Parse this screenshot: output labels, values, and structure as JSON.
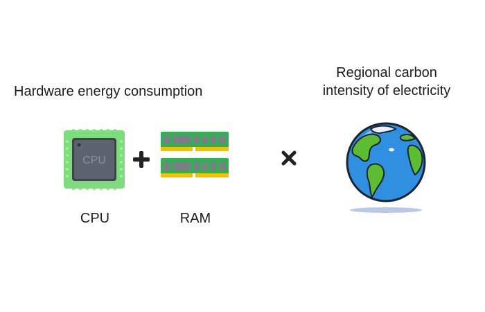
{
  "hardware": {
    "title": "Hardware energy consumption",
    "cpu": {
      "chip_text": "CPU",
      "label": "CPU",
      "icon": "cpu-icon"
    },
    "ram": {
      "label": "RAM",
      "icon": "ram-icon"
    }
  },
  "operators": {
    "plus": "plus-icon",
    "times": "times-icon"
  },
  "region": {
    "title_line1": "Regional carbon",
    "title_line2": "intensity of electricity",
    "icon": "globe-icon"
  },
  "colors": {
    "cpu_board": "#7ddc7b",
    "cpu_die": "#5d6470",
    "ram_board": "#2fb24f",
    "ram_pins": "#f2c200",
    "ocean": "#2f8fe0",
    "land": "#5cbe2e"
  }
}
